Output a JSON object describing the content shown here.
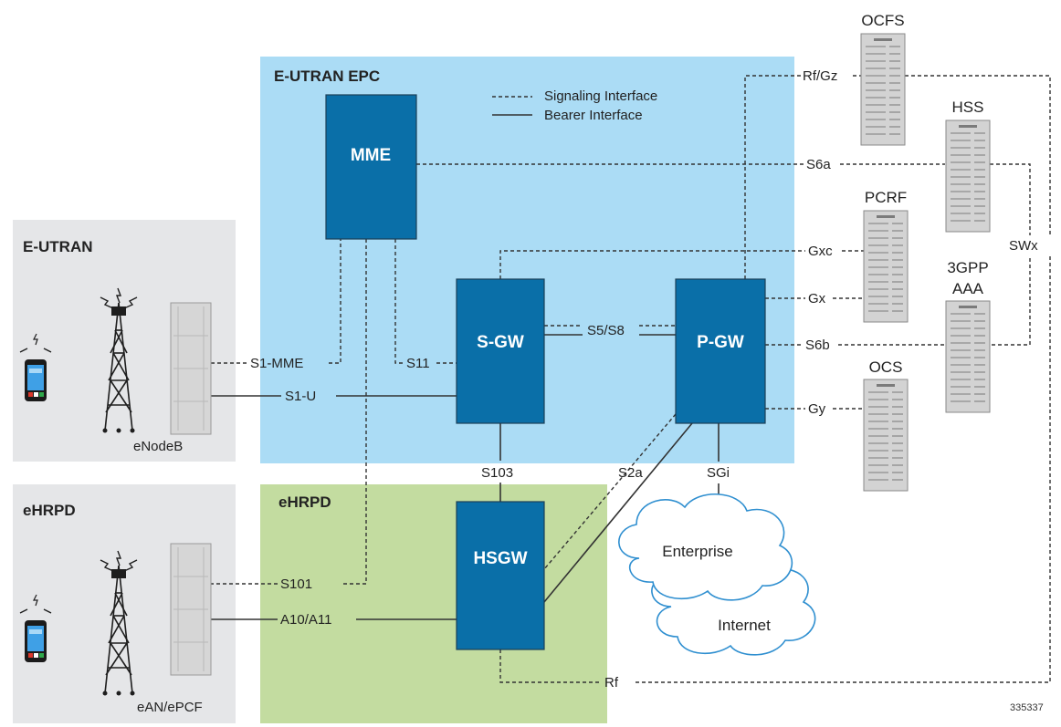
{
  "regions": {
    "eutran_epc": "E-UTRAN EPC",
    "eutran": "E-UTRAN",
    "ehrpd_access": "eHRPD",
    "ehrpd_core": "eHRPD"
  },
  "legend": {
    "signaling": "Signaling Interface",
    "bearer": "Bearer Interface"
  },
  "nodes": {
    "mme": "MME",
    "sgw": "S-GW",
    "pgw": "P-GW",
    "hsgw": "HSGW"
  },
  "servers": {
    "ocfs": "OCFS",
    "hss": "HSS",
    "pcrf": "PCRF",
    "aaa_line1": "3GPP",
    "aaa_line2": "AAA",
    "ocs": "OCS"
  },
  "access": {
    "enodeb": "eNodeB",
    "ean_epcf": "eAN/ePCF"
  },
  "interfaces": {
    "rf_gz": "Rf/Gz",
    "s6a": "S6a",
    "gxc": "Gxc",
    "gx": "Gx",
    "s6b": "S6b",
    "gy": "Gy",
    "swx": "SWx",
    "s5_s8": "S5/S8",
    "s11": "S11",
    "s1_mme": "S1-MME",
    "s1_u": "S1-U",
    "s103": "S103",
    "s2a": "S2a",
    "sgi": "SGi",
    "s101": "S101",
    "a10_a11": "A10/A11",
    "rf": "Rf"
  },
  "clouds": {
    "enterprise": "Enterprise",
    "internet": "Internet"
  },
  "figure_id": "335337",
  "colors": {
    "epc_bg": "#abdcf5",
    "access_bg": "#e5e6e8",
    "ehrpd_bg": "#c3dca0",
    "node_fill": "#0a6fa8",
    "server_fill": "#d4d4d4"
  }
}
